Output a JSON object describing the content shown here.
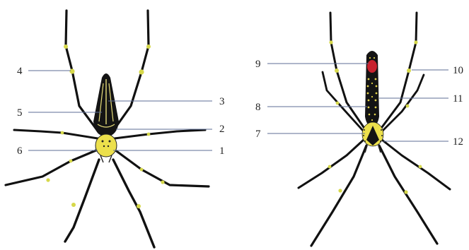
{
  "figure": {
    "colors": {
      "leg": "#111111",
      "band": "#d6d84a",
      "body_dark": "#141414",
      "cephalothorax_yellow": "#ece04c",
      "stripe": "#e6dc7a",
      "spot": "#e2d24a",
      "red_patch": "#c8222e",
      "leader_line": "#5c6d96",
      "label_text": "#222222"
    },
    "left_labels": [
      {
        "num": "1"
      },
      {
        "num": "2"
      },
      {
        "num": "3"
      },
      {
        "num": "4"
      },
      {
        "num": "5"
      },
      {
        "num": "6"
      }
    ],
    "right_labels": [
      {
        "num": "7"
      },
      {
        "num": "8"
      },
      {
        "num": "9"
      },
      {
        "num": "10"
      },
      {
        "num": "11"
      },
      {
        "num": "12"
      }
    ]
  }
}
